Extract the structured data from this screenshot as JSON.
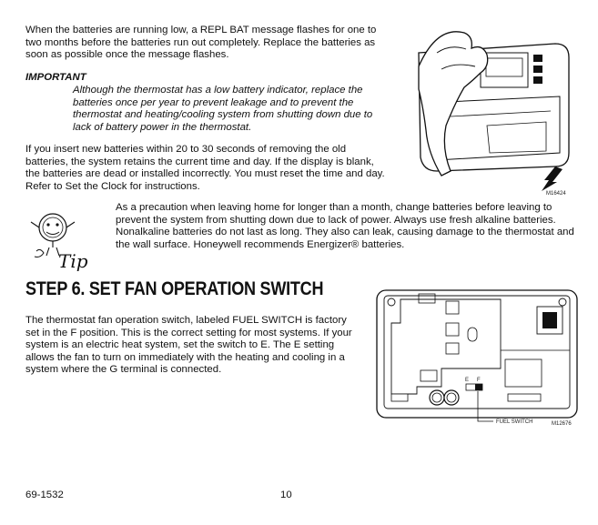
{
  "intro": {
    "text": "When the batteries are running low, a REPL BAT message flashes for one to two months before the batteries run out completely. Replace the batteries as soon as possible once the message flashes."
  },
  "important": {
    "label": "IMPORTANT",
    "text": "Although the thermostat has a low battery indicator, replace the batteries once per year to prevent leakage and to prevent the thermostat and heating/cooling system from shutting down due to lack of battery power in the thermostat."
  },
  "reinsert": {
    "text": "If you insert new batteries within 20 to 30 seconds of removing the old batteries, the system retains the current time and day. If the display is blank, the batteries are dead or installed incorrectly. You must reset the time and day. Refer to Set the Clock for instructions."
  },
  "tip": {
    "icon_label": "Tip",
    "text": "As a precaution when leaving home for longer than a month, change batteries before leaving to prevent the system from shutting down due to lack of power. Always use fresh alkaline batteries. Nonalkaline batteries do not last as long. They also can leak, causing damage to the thermostat and the wall surface. Honeywell recommends Energizer® batteries."
  },
  "step6": {
    "heading": "STEP 6. SET FAN OPERATION SWITCH",
    "text": "The thermostat fan operation switch, labeled FUEL SWITCH is factory set in the F position. This is the correct setting for most systems. If your system is an electric heat system, set the switch to E. The E setting allows the fan to turn on immediately with the heating and cooling in a system where the G terminal is connected."
  },
  "figure_battery": {
    "code": "M16424"
  },
  "figure_switch": {
    "callout": "FUEL SWITCH",
    "code": "M12676",
    "label_e": "E",
    "label_f": "F"
  },
  "footer": {
    "doc_number": "69-1532",
    "page_number": "10"
  }
}
